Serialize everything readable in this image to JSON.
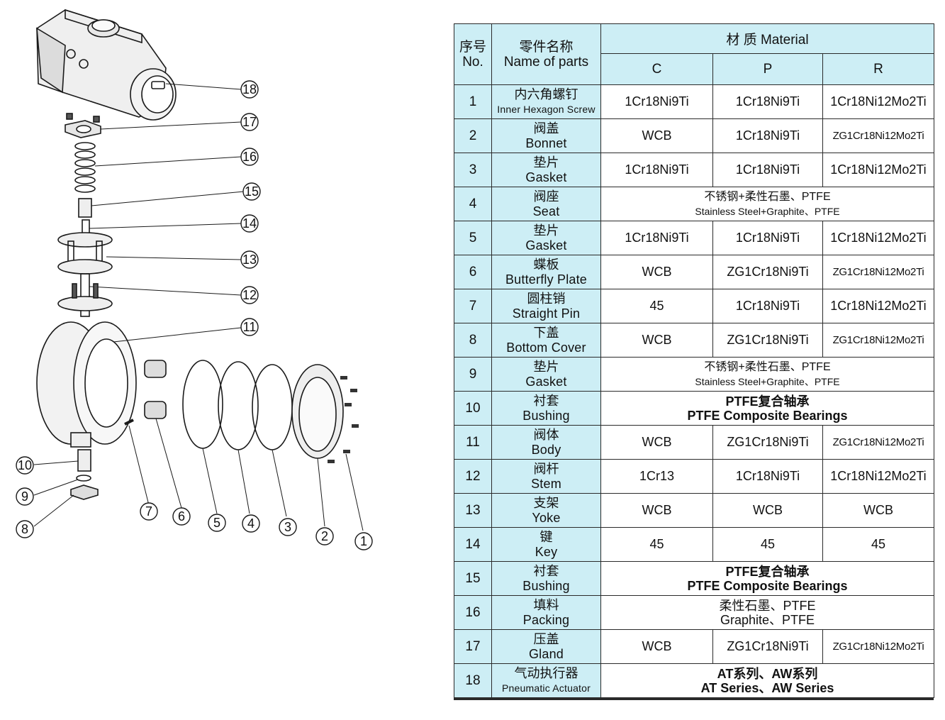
{
  "header": {
    "no_cn": "序号",
    "no_en": "No.",
    "name_cn": "零件名称",
    "name_en": "Name of parts",
    "material_title": "材 质 Material",
    "columns": [
      "C",
      "P",
      "R"
    ]
  },
  "rows": [
    {
      "no": "1",
      "cn": "内六角螺钉",
      "en": "Inner Hexagon Screw",
      "c": "1Cr18Ni9Ti",
      "p": "1Cr18Ni9Ti",
      "r": "1Cr18Ni12Mo2Ti"
    },
    {
      "no": "2",
      "cn": "阀盖",
      "en": "Bonnet",
      "c": "WCB",
      "p": "1Cr18Ni9Ti",
      "r": "ZG1Cr18Ni12Mo2Ti"
    },
    {
      "no": "3",
      "cn": "垫片",
      "en": "Gasket",
      "c": "1Cr18Ni9Ti",
      "p": "1Cr18Ni9Ti",
      "r": "1Cr18Ni12Mo2Ti"
    },
    {
      "no": "4",
      "cn": "阀座",
      "en": "Seat",
      "span_cn": "不锈钢+柔性石墨、PTFE",
      "span_en": "Stainless Steel+Graphite、PTFE"
    },
    {
      "no": "5",
      "cn": "垫片",
      "en": "Gasket",
      "c": "1Cr18Ni9Ti",
      "p": "1Cr18Ni9Ti",
      "r": "1Cr18Ni12Mo2Ti"
    },
    {
      "no": "6",
      "cn": "蝶板",
      "en": "Butterfly Plate",
      "c": "WCB",
      "p": "ZG1Cr18Ni9Ti",
      "r": "ZG1Cr18Ni12Mo2Ti"
    },
    {
      "no": "7",
      "cn": "圆柱销",
      "en": "Straight Pin",
      "c": "45",
      "p": "1Cr18Ni9Ti",
      "r": "1Cr18Ni12Mo2Ti"
    },
    {
      "no": "8",
      "cn": "下盖",
      "en": "Bottom Cover",
      "c": "WCB",
      "p": "ZG1Cr18Ni9Ti",
      "r": "ZG1Cr18Ni12Mo2Ti"
    },
    {
      "no": "9",
      "cn": "垫片",
      "en": "Gasket",
      "span_cn": "不锈钢+柔性石墨、PTFE",
      "span_en": "Stainless Steel+Graphite、PTFE"
    },
    {
      "no": "10",
      "cn": "衬套",
      "en": "Bushing",
      "span_cn": "PTFE复合轴承",
      "span_en": "PTFE Composite Bearings",
      "span_bold": true
    },
    {
      "no": "11",
      "cn": "阀体",
      "en": "Body",
      "c": "WCB",
      "p": "ZG1Cr18Ni9Ti",
      "r": "ZG1Cr18Ni12Mo2Ti"
    },
    {
      "no": "12",
      "cn": "阀杆",
      "en": "Stem",
      "c": "1Cr13",
      "p": "1Cr18Ni9Ti",
      "r": "1Cr18Ni12Mo2Ti"
    },
    {
      "no": "13",
      "cn": "支架",
      "en": "Yoke",
      "c": "WCB",
      "p": "WCB",
      "r": "WCB"
    },
    {
      "no": "14",
      "cn": "键",
      "en": "Key",
      "c": "45",
      "p": "45",
      "r": "45"
    },
    {
      "no": "15",
      "cn": "衬套",
      "en": "Bushing",
      "span_cn": "PTFE复合轴承",
      "span_en": "PTFE Composite Bearings",
      "span_bold": true
    },
    {
      "no": "16",
      "cn": "填料",
      "en": "Packing",
      "span_cn": "柔性石墨、PTFE",
      "span_en": "Graphite、PTFE",
      "span_plain": true
    },
    {
      "no": "17",
      "cn": "压盖",
      "en": "Gland",
      "c": "WCB",
      "p": "ZG1Cr18Ni9Ti",
      "r": "ZG1Cr18Ni12Mo2Ti"
    },
    {
      "no": "18",
      "cn": "气动执行器",
      "en": "Pneumatic Actuator",
      "span_cn": "AT系列、AW系列",
      "span_en": "AT Series、AW Series",
      "span_bold": true
    }
  ],
  "callouts": [
    "1",
    "2",
    "3",
    "4",
    "5",
    "6",
    "7",
    "8",
    "9",
    "10",
    "11",
    "12",
    "13",
    "14",
    "15",
    "16",
    "17",
    "18"
  ]
}
